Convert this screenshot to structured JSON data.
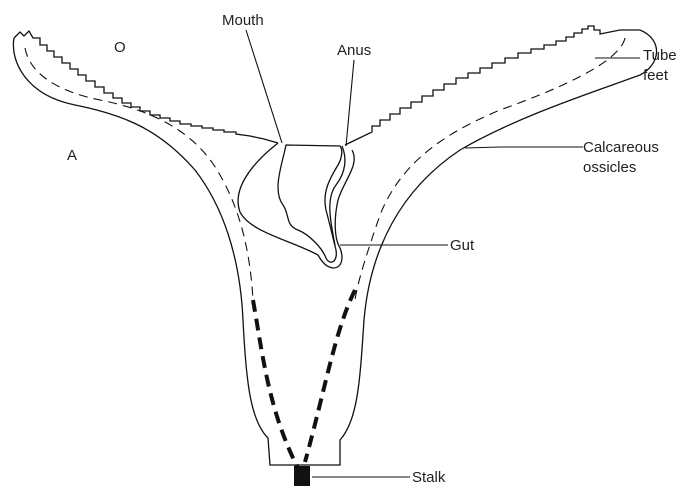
{
  "labels": {
    "mouth": "Mouth",
    "anus": "Anus",
    "tube_feet_1": "Tube",
    "tube_feet_2": "feet",
    "calcareous_1": "Calcareous",
    "calcareous_2": "ossicles",
    "gut": "Gut",
    "stalk": "Stalk",
    "o": "O",
    "a": "A"
  }
}
